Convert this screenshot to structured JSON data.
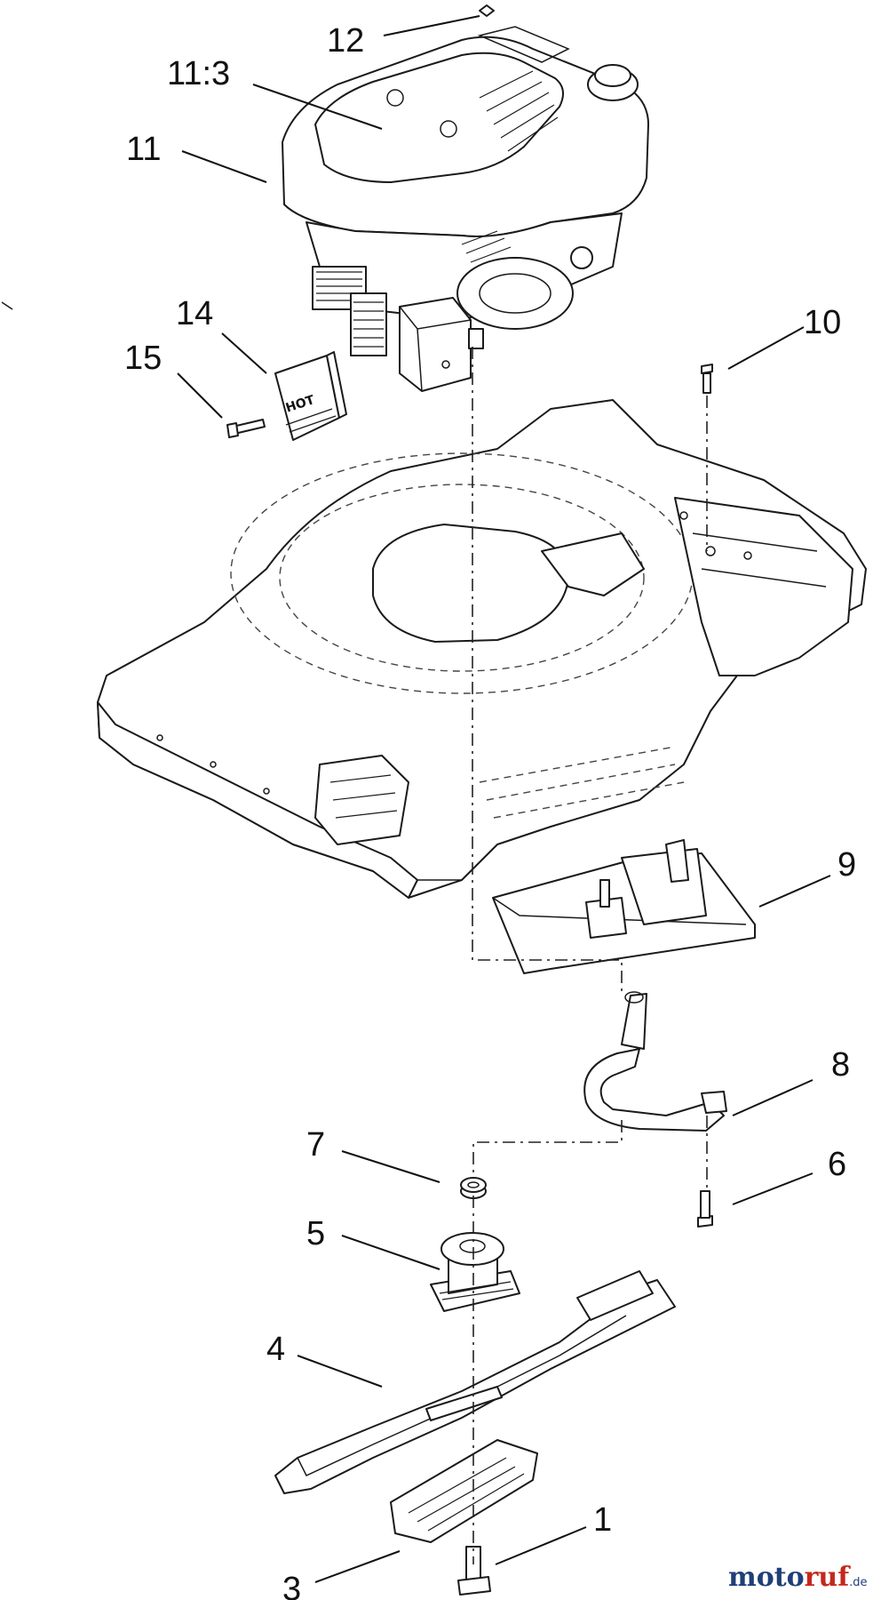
{
  "callouts": {
    "c1": "1",
    "c3": "3",
    "c4": "4",
    "c5": "5",
    "c6": "6",
    "c7": "7",
    "c8": "8",
    "c9": "9",
    "c10": "10",
    "c11": "11",
    "c11_3": "11:3",
    "c12": "12",
    "c14": "14",
    "c15": "15"
  },
  "hot_label": "HOT",
  "watermark": {
    "brand_a": "moto",
    "brand_b": "ruf",
    "suffix": ".de",
    "color_a": "#1f3f7a",
    "color_b": "#c4281c"
  }
}
